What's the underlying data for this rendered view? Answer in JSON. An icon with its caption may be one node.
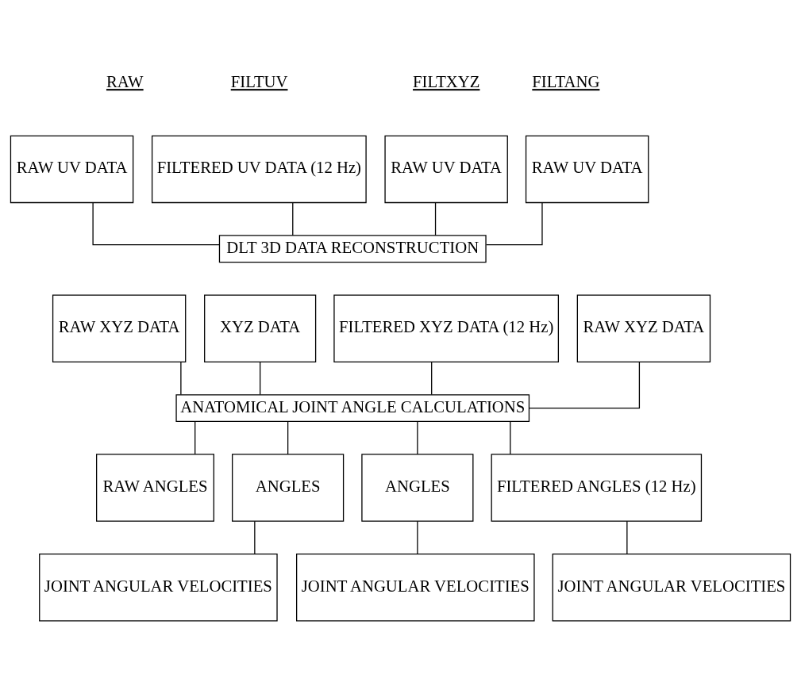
{
  "diagram": {
    "nodes": [
      {
        "text": [
          "RAW UV DATA"
        ]
      },
      {
        "text": [
          "FILTERED UV DATA (12 Hz)"
        ]
      },
      {
        "text": [
          "RAW UV DATA"
        ]
      },
      {
        "text": [
          "RAW UV DATA"
        ]
      },
      {
        "text": [
          "DLT 3D DATA RECONSTRUCTION"
        ]
      },
      {
        "text": [
          "RAW XYZ DATA"
        ]
      },
      {
        "text": [
          "XYZ DATA"
        ]
      },
      {
        "text": [
          "FILTERED XYZ DATA (12 Hz)"
        ]
      },
      {
        "text": [
          "RAW XYZ DATA"
        ]
      },
      {
        "text": [
          "ANATOMICAL JOINT ANGLE CALCULATIONS"
        ]
      },
      {
        "text": [
          "RAW ANGLES"
        ]
      },
      {
        "text": [
          "ANGLES"
        ]
      },
      {
        "text": [
          "ANGLES"
        ]
      },
      {
        "text": [
          "FILTERED ANGLES (12 Hz)"
        ]
      },
      {
        "text": [
          "JOINT ANGULAR VELOCITIES"
        ]
      },
      {
        "text": [
          "JOINT ANGULAR VELOCITIES"
        ]
      },
      {
        "text": [
          "JOINT ANGULAR VELOCITIES"
        ]
      }
    ],
    "edges": [
      {
        "from": 0,
        "to": 4,
        "arrow": "none"
      },
      {
        "from": 1,
        "to": 4,
        "arrow": "none"
      },
      {
        "from": 2,
        "to": 4,
        "arrow": "none"
      },
      {
        "from": 3,
        "to": 4,
        "arrow": "none"
      },
      {
        "from": 5,
        "to": 9,
        "arrow": "none"
      },
      {
        "from": 6,
        "to": 9,
        "arrow": "none"
      },
      {
        "from": 7,
        "to": 9,
        "arrow": "none"
      },
      {
        "from": 8,
        "to": 9,
        "arrow": "none"
      },
      {
        "from": 9,
        "to": 10,
        "arrow": "none"
      },
      {
        "from": 9,
        "to": 11,
        "arrow": "none"
      },
      {
        "from": 9,
        "to": 12,
        "arrow": "none"
      },
      {
        "from": 9,
        "to": 13,
        "arrow": "none"
      },
      {
        "from": 11,
        "to": 14,
        "arrow": "none"
      },
      {
        "from": 12,
        "to": 15,
        "arrow": "none"
      },
      {
        "from": 13,
        "to": 16,
        "arrow": "none"
      }
    ],
    "labels": [
      "RAW",
      "FILTUV",
      "FILTXYZ",
      "FILTANG"
    ]
  }
}
